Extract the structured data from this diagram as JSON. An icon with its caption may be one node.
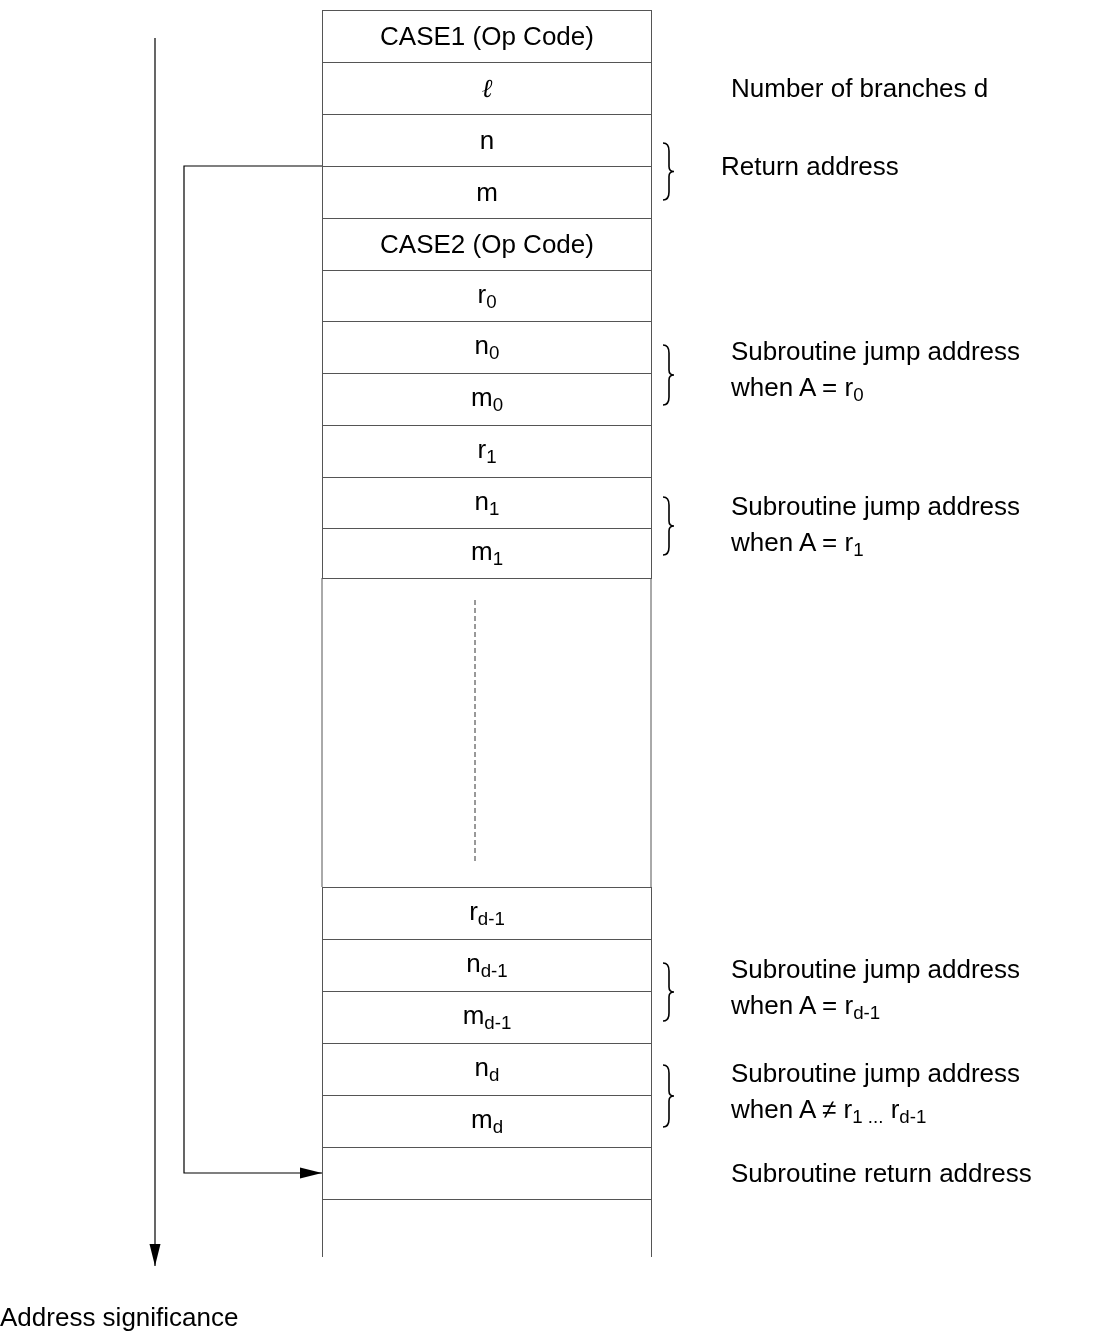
{
  "diagram": {
    "nodes": [
      {
        "text": [
          "CASE1 (Op Code)"
        ]
      },
      {
        "text": [
          "ℓ"
        ]
      },
      {
        "text": [
          "n"
        ]
      },
      {
        "text": [
          "m"
        ]
      },
      {
        "text": [
          "CASE2 (Op Code)"
        ]
      },
      {
        "text": [
          "r$_{0}$"
        ]
      },
      {
        "text": [
          "n$_{0}$"
        ]
      },
      {
        "text": [
          "m$_{0}$"
        ]
      },
      {
        "text": [
          "r$_{1}$"
        ]
      },
      {
        "text": [
          "n$_{1}$"
        ]
      },
      {
        "text": [
          "m$_{1}$"
        ]
      },
      {
        "text": [
          "r$_{d-1}$"
        ]
      },
      {
        "text": [
          "n$_{d-1}$"
        ]
      },
      {
        "text": [
          "m$_{d-1}$"
        ]
      },
      {
        "text": [
          "n$_{d}$"
        ]
      },
      {
        "text": [
          "m$_{d}$"
        ]
      },
      {
        "text": [],
        "shape": "box"
      },
      {
        "text": [],
        "shape": "box"
      }
    ],
    "edges": [
      {
        "from": 3,
        "to": 16,
        "arrow": "to"
      }
    ],
    "labels": [
      "Number of branches d",
      "Return address",
      "Subroutine jump address when A = r$_{0}$",
      "Subroutine jump address when A = r$_{1}$",
      "Subroutine jump address when A = r$_{d-1}$",
      "Subroutine jump address when A ≠  r$_{1 ...}$ r$_{d-1}$",
      "Subroutine return address",
      "Address significance"
    ]
  }
}
